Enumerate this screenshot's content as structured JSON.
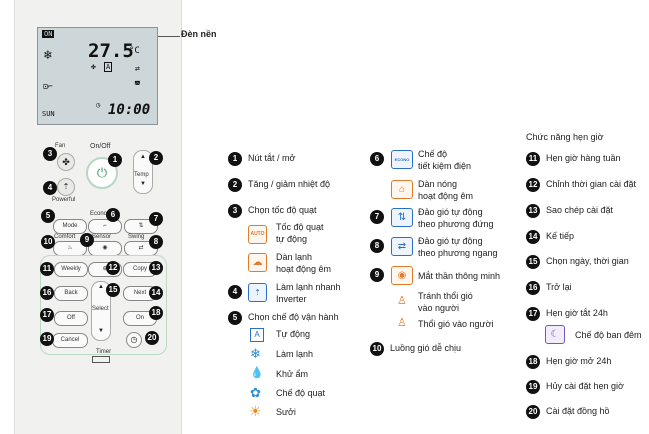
{
  "remote": {
    "lcd": {
      "on": "ON",
      "temp": "27.5",
      "unit": "°C",
      "mode_a": "A",
      "day": "SUN",
      "time": "10:00"
    },
    "backlight_label": "Đèn nền",
    "buttons": {
      "fan": "Fan",
      "onoff": "On/Off",
      "temp": "Temp",
      "powerful": "Powerful",
      "mode": "Mode",
      "econo": "Econo/",
      "comfort": "Comfort",
      "sensor": "Sensor",
      "swing": "Swing",
      "weekly": "Weekly",
      "copy": "Copy",
      "back": "Back",
      "next": "Next",
      "select": "Select",
      "off": "Off",
      "on": "On",
      "cancel": "Cancel",
      "timer": "Timer"
    }
  },
  "col1": {
    "items": [
      {
        "n": "1",
        "text": "Nút tắt / mở"
      },
      {
        "n": "2",
        "text": "Tăng / giảm nhiệt độ"
      },
      {
        "n": "3",
        "text": "Chọn tốc độ quạt"
      },
      {
        "n": "4",
        "text": "Làm lạnh nhanh",
        "text2": "Inverter"
      },
      {
        "n": "5",
        "text": "Chọn chế độ vận hành"
      }
    ],
    "fan_sub": [
      {
        "icon": "AUTO",
        "text": "Tốc độ quạt",
        "text2": "tự động"
      },
      {
        "icon": "☁",
        "text": "Dàn lạnh",
        "text2": "hoạt động êm"
      }
    ],
    "mode_sub": [
      {
        "icon": "A",
        "text": "Tự động"
      },
      {
        "icon": "❄",
        "text": "Làm lạnh"
      },
      {
        "icon": "💧",
        "text": "Khử ẩm"
      },
      {
        "icon": "✿",
        "text": "Chế độ quạt"
      },
      {
        "icon": "☀",
        "text": "Sưởi"
      }
    ]
  },
  "col2": {
    "items": [
      {
        "n": "6",
        "text": "Chế độ",
        "text2": "tiết kiệm điện"
      },
      {
        "n": "",
        "text": "Dàn nóng",
        "text2": "hoạt động êm"
      },
      {
        "n": "7",
        "text": "Đảo gió tự động",
        "text2": "theo phương đứng"
      },
      {
        "n": "8",
        "text": "Đảo gió tự động",
        "text2": "theo phương ngang"
      },
      {
        "n": "9",
        "text": "Mắt thần thông minh"
      },
      {
        "n": "",
        "text": "Tránh thổi gió",
        "text2": "vào người"
      },
      {
        "n": "",
        "text": "Thổi gió vào người"
      },
      {
        "n": "10",
        "text": "Luồng gió dễ chịu"
      }
    ],
    "econo_icon": "ECONO"
  },
  "col3": {
    "title": "Chức năng hẹn giờ",
    "items": [
      {
        "n": "11",
        "text": "Hẹn giờ hàng tuần"
      },
      {
        "n": "12",
        "text": "Chỉnh thời gian cài đặt"
      },
      {
        "n": "13",
        "text": "Sao chép cài đặt"
      },
      {
        "n": "14",
        "text": "Kế tiếp"
      },
      {
        "n": "15",
        "text": "Chọn ngày, thời gian"
      },
      {
        "n": "16",
        "text": "Trở lại"
      },
      {
        "n": "17",
        "text": "Hẹn giờ tắt 24h"
      },
      {
        "n": "",
        "text": "Chế độ ban đêm"
      },
      {
        "n": "18",
        "text": "Hẹn giờ mở 24h"
      },
      {
        "n": "19",
        "text": "Hủy cài đặt hẹn giờ"
      },
      {
        "n": "20",
        "text": "Cài đặt đồng hồ"
      }
    ]
  }
}
